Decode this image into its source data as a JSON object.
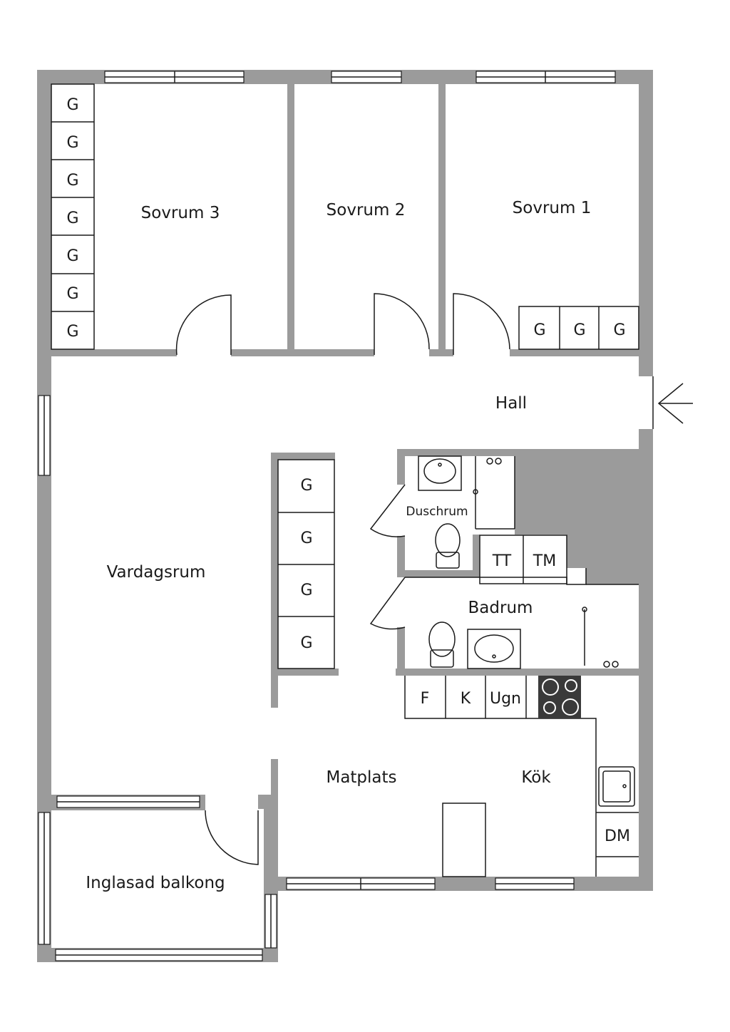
{
  "rooms": {
    "sovrum3": "Sovrum 3",
    "sovrum2": "Sovrum 2",
    "sovrum1": "Sovrum 1",
    "hall": "Hall",
    "vardagsrum": "Vardagsrum",
    "duschrum": "Duschrum",
    "badrum": "Badrum",
    "matplats": "Matplats",
    "kok": "Kök",
    "balkong": "Inglasad balkong"
  },
  "fixtures": {
    "wardrobe": "G",
    "dryer": "TT",
    "washer": "TM",
    "fridge": "F",
    "freezer": "K",
    "oven": "Ugn",
    "dishwasher": "DM"
  },
  "icons": {
    "entrance": "entrance-arrow-icon",
    "stove": "stove-icon",
    "sink": "sink-icon",
    "toilet": "toilet-icon",
    "washbasin": "washbasin-icon"
  },
  "colors": {
    "wall": "#9b9b9b",
    "stove": "#3a3a3a",
    "line": "#1a1a1a"
  }
}
